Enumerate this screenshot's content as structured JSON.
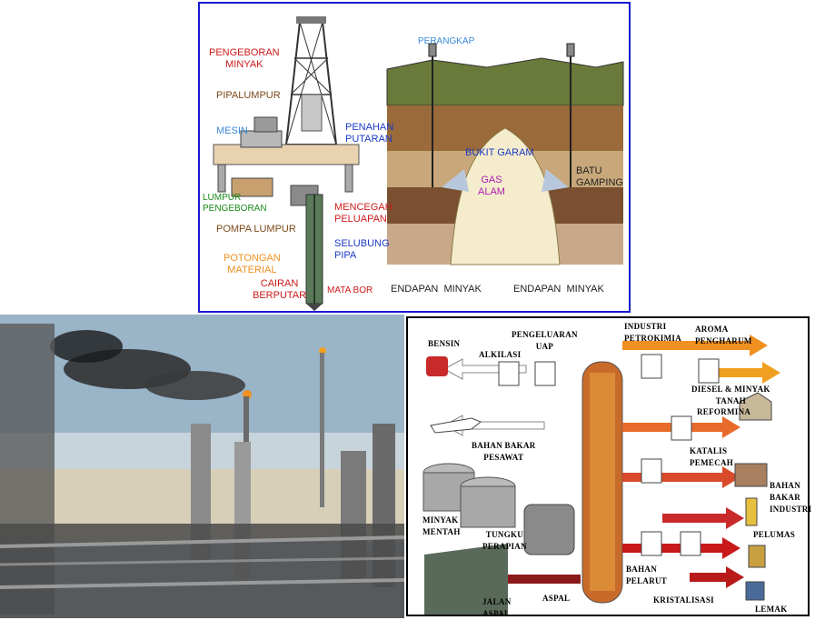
{
  "colors": {
    "frame_top": "#1a1ad0",
    "frame_refinery": "#000000",
    "red_label": "#cc1a1a",
    "brown_label": "#7a4a1a",
    "blue_label": "#1a3ac8",
    "lightblue_label": "#3a8ad8",
    "green_label": "#1a8a1a",
    "orange_label": "#f09020",
    "purple_label": "#b01ab0"
  },
  "rig": {
    "pengeboran_minyak": "PENGEBORAN\nMINYAK",
    "pipa_lumpur": "PIPALUMPUR",
    "mesin": "MESIN",
    "lumpur_pengeboran": "LUMPUR\nPENGEBORAN",
    "pompa_lumpur": "POMPA LUMPUR",
    "potongan_material": "POTONGAN\nMATERIAL",
    "cairan_berputar": "CAIRAN\nBERPUTAR",
    "mata_bor": "MATA BOR",
    "penahan_putaran": "PENAHAN\nPUTARAN",
    "mencegah_peluapan": "MENCEGAH\nPELUAPAN",
    "selubung_pipa": "SELUBUNG\nPIPA"
  },
  "geology": {
    "perangkap": "PERANGKAP",
    "bukit_garam": "BUKIT GARAM",
    "gas_alam": "GAS\nALAM",
    "batu_gamping": "BATU\nGAMPING",
    "endapan_minyak_left": "ENDAPAN  MINYAK",
    "endapan_minyak_right": "ENDAPAN  MINYAK"
  },
  "refinery": {
    "bensin": "BENSIN",
    "alkilasi": "ALKILASI",
    "pengeluaran_uap": "PENGELUARAN\nUAP",
    "industri_petrokimia": "INDUSTRI\nPETROKIMIA",
    "aroma_pengharum": "AROMA\nPENGHARUM",
    "diesel_minyak_tanah": "DIESEL & MINYAK\nTANAH",
    "reforminal": "REFORMINA",
    "bahan_bakar_pesawat": "BAHAN BAKAR\nPESAWAT",
    "katalis_pemecah": "KATALIS\nPEMECAH",
    "bahan_bakar_industri": "BAHAN\nBAKAR\nINDUSTRI",
    "minyak_mentah": "MINYAK\nMENTAH",
    "tungku_perapian": "TUNGKU\nPERAPIAN",
    "pelumas": "PELUMAS",
    "bahan_pelarut": "BAHAN\nPELARUT",
    "kristalisasi": "KRISTALISASI",
    "lemak": "LEMAK",
    "aspal": "ASPAL",
    "jalan_aspal": "JALAN\nASPAL"
  }
}
